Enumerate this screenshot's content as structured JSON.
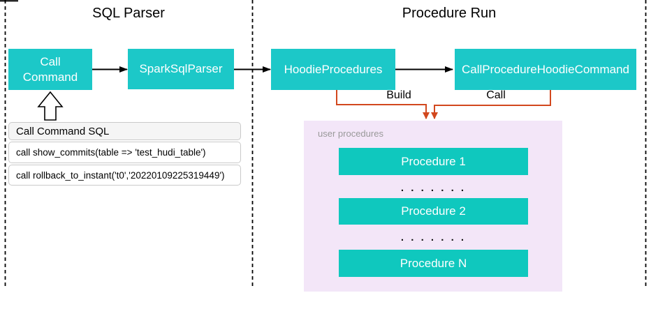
{
  "sections": {
    "sql_parser_title": "SQL Parser",
    "procedure_run_title": "Procedure Run"
  },
  "nodes": {
    "call_command": "Call\nCommand",
    "spark_sql_parser": "SparkSqlParser",
    "hoodie_procedures": "HoodieProcedures",
    "call_procedure_hoodie_command": "CallProcedureHoodieCommand"
  },
  "edges": {
    "build_label": "Build",
    "call_label": "Call"
  },
  "sql_table": {
    "header": "Call Command SQL",
    "rows": [
      "call show_commits(table => 'test_hudi_table')",
      "call rollback_to_instant('t0','20220109225319449')"
    ]
  },
  "user_procedures": {
    "label": "user procedures",
    "items": [
      "Procedure 1",
      "Procedure 2",
      "Procedure N"
    ],
    "dots": ". . . . . . ."
  },
  "colors": {
    "teal": "#1cc8c8",
    "teal_procedure": "#0fc8be",
    "orange": "#d2481e",
    "purple_bg": "#f3e6f8",
    "gray_label": "#999999"
  }
}
